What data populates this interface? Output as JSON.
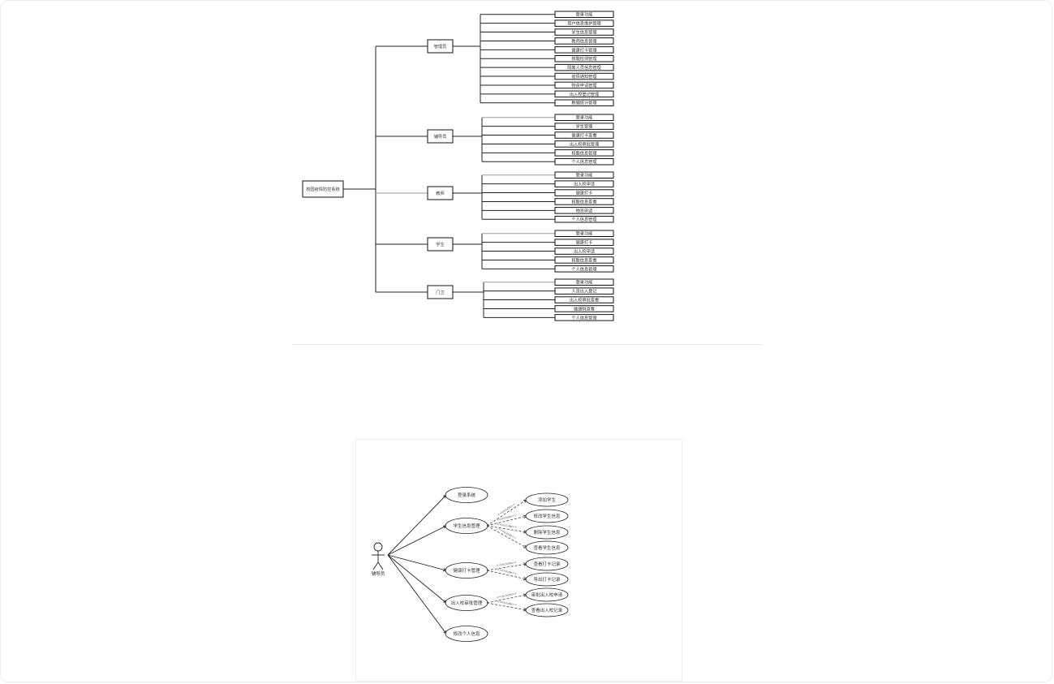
{
  "tree": {
    "root": "校园疫情防控系统",
    "branches": [
      {
        "label": "管理员",
        "children": [
          "登录功能",
          "用户信息维护管理",
          "学生信息管理",
          "教师信息管理",
          "健康打卡管理",
          "核酸检测管理",
          "隔离人员信息管理",
          "疫情通知管理",
          "物资申请管理",
          "出入校登记管理",
          "数据统计管理"
        ]
      },
      {
        "label": "辅导员",
        "children": [
          "登录功能",
          "学生管理",
          "健康打卡查看",
          "出入校审批管理",
          "核酸信息管理",
          "个人信息管理"
        ]
      },
      {
        "label": "教师",
        "children": [
          "登录功能",
          "出入校申请",
          "健康打卡",
          "核酸信息查看",
          "物资申请",
          "个人信息管理"
        ]
      },
      {
        "label": "学生",
        "children": [
          "登录功能",
          "健康打卡",
          "出入校申请",
          "核酸信息查看",
          "个人信息管理"
        ]
      },
      {
        "label": "门卫",
        "children": [
          "登录功能",
          "人员出入登记",
          "出入校审批查看",
          "健康码查看",
          "个人信息管理"
        ]
      }
    ]
  },
  "usecase": {
    "actor": "辅导员",
    "cases": [
      {
        "label": "登录系统",
        "subs": []
      },
      {
        "label": "学生信息管理",
        "subs": [
          {
            "label": "添加学生",
            "rel": "<<include>>"
          },
          {
            "label": "修改学生信息",
            "rel": "<<include>>"
          },
          {
            "label": "删除学生信息",
            "rel": "<<include>>"
          },
          {
            "label": "查看学生信息",
            "rel": "<<include>>"
          }
        ]
      },
      {
        "label": "健康打卡管理",
        "subs": [
          {
            "label": "查看打卡记录",
            "rel": "<<include>>"
          },
          {
            "label": "导出打卡记录",
            "rel": "<<include>>"
          }
        ]
      },
      {
        "label": "出入校审批管理",
        "subs": [
          {
            "label": "审批出入校申请",
            "rel": "<<include>>"
          },
          {
            "label": "查看出入校记录",
            "rel": "<<include>>"
          }
        ]
      },
      {
        "label": "修改个人信息",
        "subs": []
      }
    ]
  }
}
